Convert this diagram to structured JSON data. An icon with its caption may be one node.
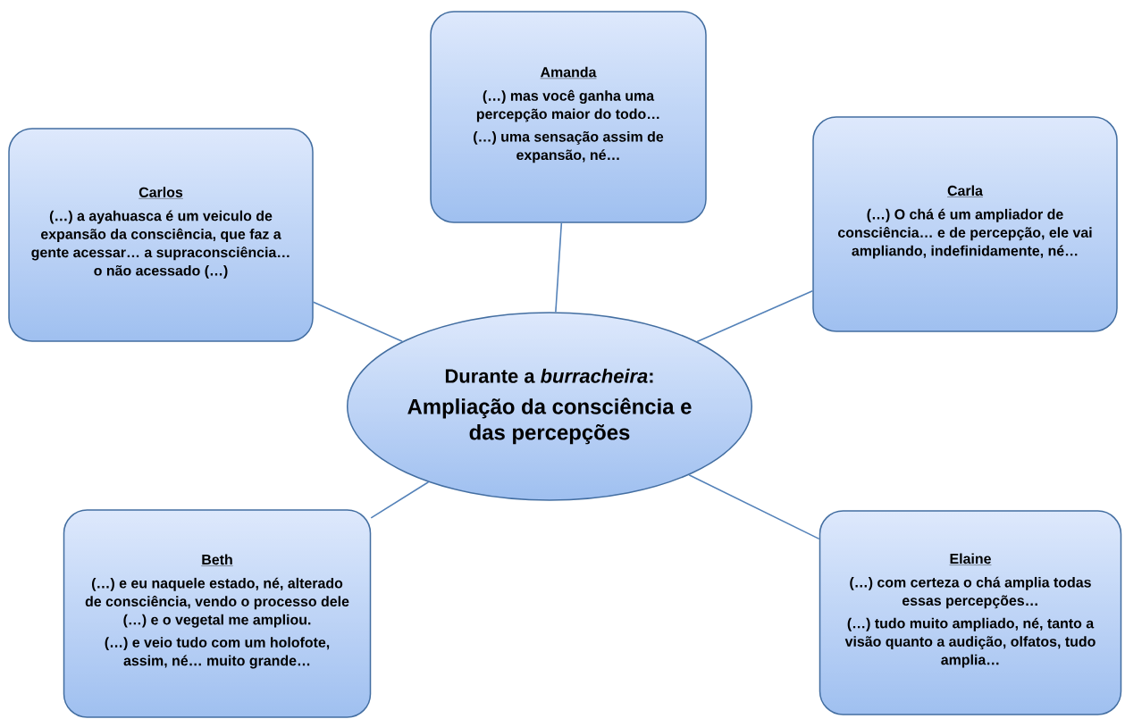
{
  "diagram": {
    "nodes": [
      {
        "text": [
          "Amanda",
          "(…) mas você ganha uma percepção maior do todo…",
          "(…) uma sensação assim de expansão, né…"
        ]
      },
      {
        "text": [
          "Carlos",
          "(…) a ayahuasca é um veiculo de expansão da consciência, que faz a gente acessar… a supraconsciência… o não acessado (…)"
        ]
      },
      {
        "text": [
          "Carla",
          "(…) O chá é um ampliador de consciência… e de percepção, ele vai ampliando, indefinidamente, né…"
        ]
      },
      {
        "text": [
          "Durante a *burracheira*:",
          "Ampliação da consciência e das percepções"
        ]
      },
      {
        "text": [
          "Beth",
          "(…) e eu naquele estado, né, alterado de consciência, vendo o processo dele (…) e o vegetal me ampliou.",
          "(…) e veio tudo com um holofote, assim, né… muito grande…"
        ]
      },
      {
        "text": [
          "Elaine",
          "(…) com certeza o chá amplia todas essas percepções…",
          "(…) tudo muito ampliado, né, tanto a visão quanto a audição, olfatos, tudo amplia…"
        ]
      }
    ],
    "edges": [
      {
        "from": 3,
        "to": 0,
        "arrow": "none"
      },
      {
        "from": 3,
        "to": 1,
        "arrow": "none"
      },
      {
        "from": 3,
        "to": 2,
        "arrow": "none"
      },
      {
        "from": 3,
        "to": 4,
        "arrow": "none"
      },
      {
        "from": 3,
        "to": 5,
        "arrow": "none"
      }
    ]
  }
}
